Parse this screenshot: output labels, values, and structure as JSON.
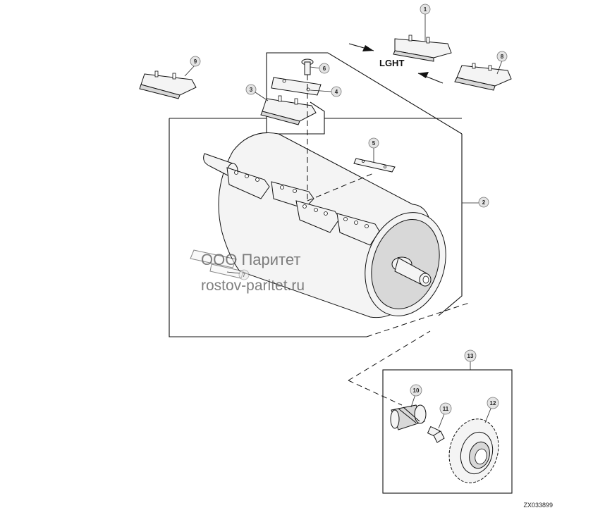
{
  "callouts": [
    "1",
    "2",
    "3",
    "4",
    "5",
    "6",
    "7",
    "8",
    "9",
    "10",
    "11",
    "12",
    "13"
  ],
  "label_lght": "LGHT",
  "watermark": {
    "line1": "ООО Паритет",
    "line2": "rostov-paritet.ru"
  },
  "figure_ref": "ZX033899",
  "colors": {
    "line": "#111111",
    "bubble_fill": "#e4e4e4",
    "watermark": "#555555"
  }
}
